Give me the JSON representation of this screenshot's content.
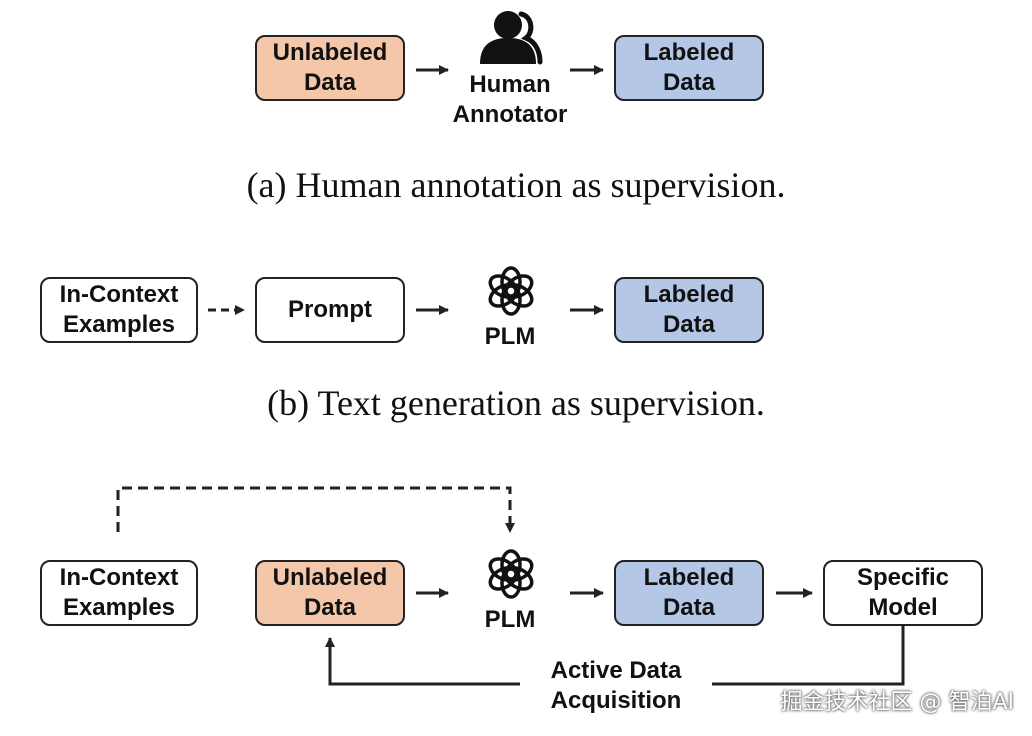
{
  "panel_a": {
    "unlabeled": "Unlabeled\nData",
    "annotator": "Human\nAnnotator",
    "labeled": "Labeled\nData",
    "caption": "(a)  Human annotation as supervision."
  },
  "panel_b": {
    "examples": "In-Context\nExamples",
    "prompt": "Prompt",
    "plm": "PLM",
    "labeled": "Labeled\nData",
    "caption": "(b)  Text generation as supervision."
  },
  "panel_c": {
    "examples": "In-Context\nExamples",
    "unlabeled": "Unlabeled\nData",
    "plm": "PLM",
    "labeled": "Labeled\nData",
    "model": "Specific\nModel",
    "feedback": "Active Data\nAcquisition"
  },
  "colors": {
    "unlabeled": "#f4c7ab",
    "labeled": "#b4c7e7",
    "stroke": "#222222"
  },
  "icons": {
    "annotator": "person-silhouette-icon",
    "plm": "openai-knot-icon"
  },
  "watermark": "掘金技术社区 @ 智泊AI"
}
